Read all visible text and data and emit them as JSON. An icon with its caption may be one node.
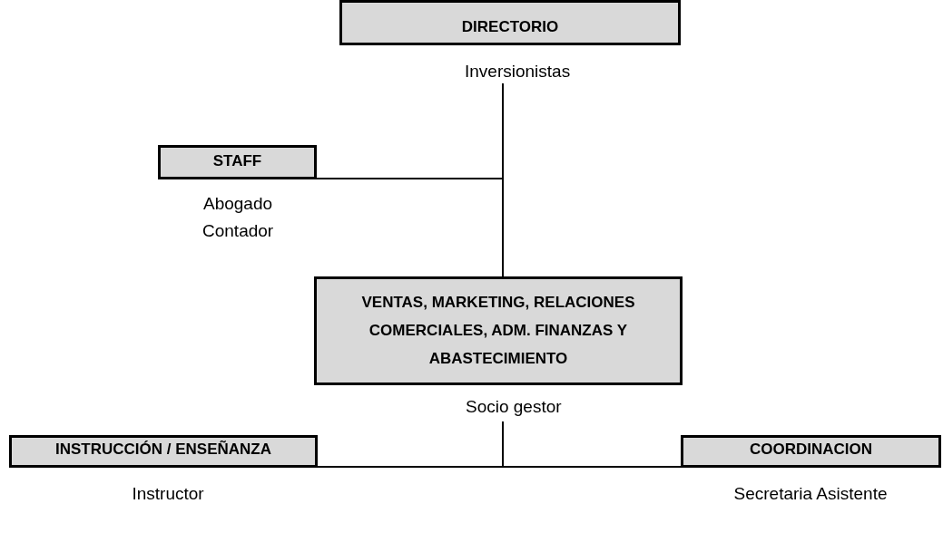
{
  "diagram": {
    "nodes": [
      {
        "text": [
          "DIRECTORIO"
        ],
        "beside": [
          "Inversionistas"
        ]
      },
      {
        "text": [
          "STAFF"
        ],
        "beside": [
          "Abogado",
          "Contador"
        ]
      },
      {
        "text": [
          "VENTAS, MARKETING, RELACIONES COMERCIALES, ADM. FINANZAS Y ABASTECIMIENTO"
        ],
        "beside": [
          "Socio gestor"
        ]
      },
      {
        "text": [
          "INSTRUCCIÓN / ENSEÑANZA"
        ],
        "beside": [
          "Instructor"
        ]
      },
      {
        "text": [
          "COORDINACION"
        ],
        "beside": [
          "Secretaria Asistente"
        ]
      }
    ],
    "edges": [
      {
        "from": 0,
        "to": 2,
        "arrow": "none"
      },
      {
        "from": 1,
        "to": 0,
        "arrow": "none"
      },
      {
        "from": 2,
        "to": 3,
        "arrow": "none"
      },
      {
        "from": 2,
        "to": 4,
        "arrow": "none"
      }
    ]
  }
}
